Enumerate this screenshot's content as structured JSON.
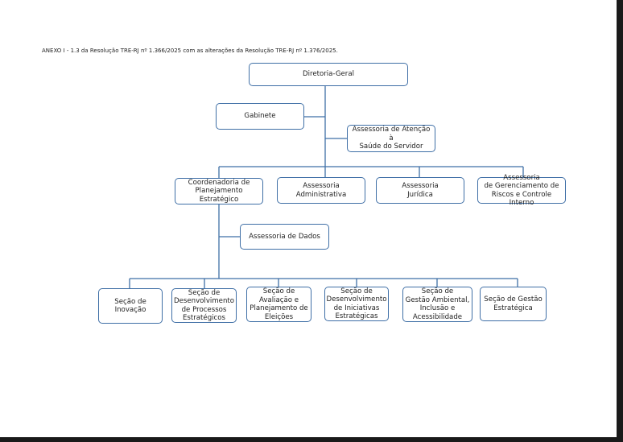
{
  "header_note": "ANEXO I - 1.3 da Resolução TRE-RJ nº 1.366/2025 com as alterações da Resolução TRE-RJ nº 1.376/2025.",
  "colors": {
    "box_border": "#3f6fa6",
    "connector": "#3f6fa6",
    "text": "#222222"
  },
  "nodes": {
    "diretoria_geral": "Diretoria-Geral",
    "gabinete": "Gabinete",
    "assessoria_saude": "Assessoria de Atenção à\nSaúde do Servidor",
    "coordenadoria_planejamento": "Coordenadoria de\nPlanejamento\nEstratégico",
    "assessoria_administrativa": "Assessoria\nAdministrativa",
    "assessoria_juridica": "Assessoria\nJurídica",
    "assessoria_riscos": "Assessoria\nde Gerenciamento de\nRiscos e Controle Interno",
    "assessoria_dados": "Assessoria de Dados",
    "secao_inovacao": "Seção de\nInovação",
    "secao_processos": "Seção de\nDesenvolvimento\nde Processos\nEstratégicos",
    "secao_eleicoes": "Seção de\nAvaliação e\nPlanejamento de\nEleições",
    "secao_iniciativas": "Seção de\nDesenvolvimento\nde Iniciativas\nEstratégicas",
    "secao_ambiental": "Seção de\nGestão Ambiental,\nInclusão e\nAcessibilidade",
    "secao_gestao": "Seção de Gestão\nEstratégica"
  }
}
